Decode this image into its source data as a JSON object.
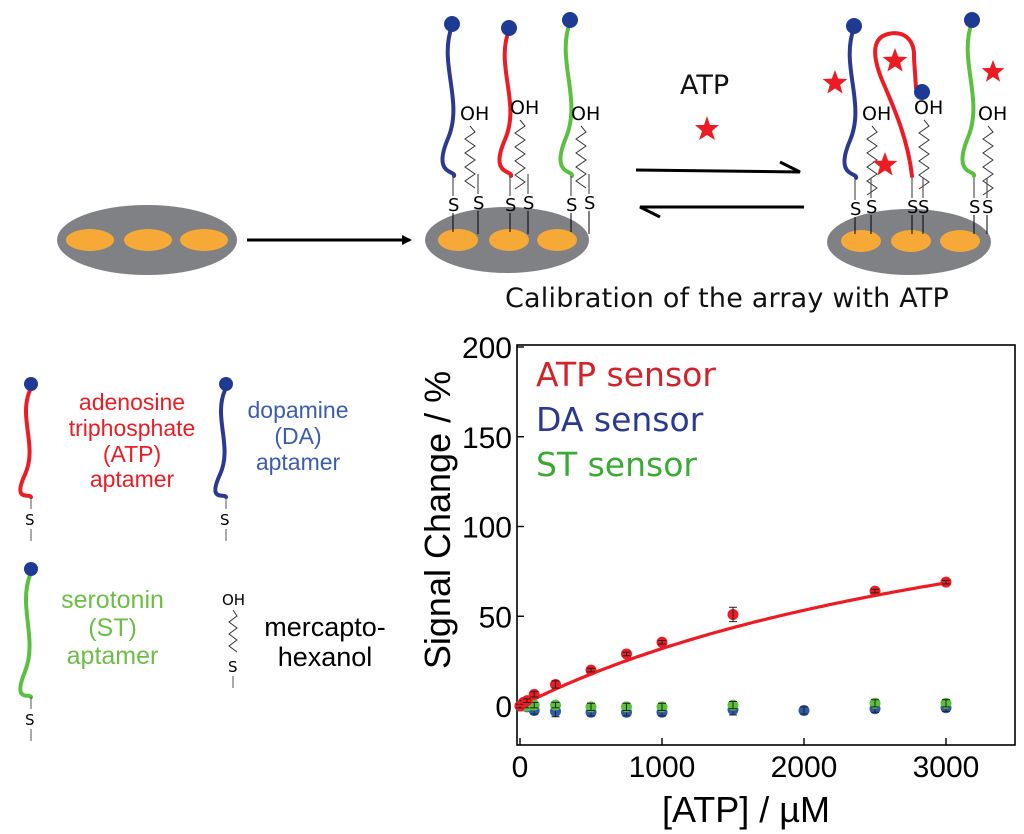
{
  "scheme": {
    "caption": "Calibration of the array with ATP",
    "analyte_label": "ATP",
    "oh_label": "OH",
    "s_label": "S",
    "colors": {
      "electrode": "#808184",
      "gold_spot": "#F7A937",
      "dna_blue": "#2B3990",
      "dna_red": "#ED1C24",
      "dna_green": "#5BBF3F",
      "redox_tag": "#1F3A93",
      "atp_star": "#ED1C24"
    }
  },
  "key": {
    "atp_aptamer": [
      "adenosine",
      "triphosphate",
      "(ATP)",
      "aptamer"
    ],
    "da_aptamer": [
      "dopamine",
      "(DA)",
      "aptamer"
    ],
    "st_aptamer": [
      "serotonin",
      "(ST)",
      "aptamer"
    ],
    "mch": [
      "mercapto-",
      "hexanol"
    ],
    "mch_oh": "OH",
    "s": "S"
  },
  "chart_data": {
    "type": "scatter",
    "title": "",
    "xlabel": "[ATP] / µM",
    "ylabel": "Signal Change / %",
    "xlim": [
      -30,
      3450
    ],
    "ylim": [
      -20,
      200
    ],
    "xticks": [
      0,
      1000,
      2000,
      3000
    ],
    "yticks": [
      0,
      50,
      100,
      150,
      200
    ],
    "grid": false,
    "legend_position": "top-left",
    "series": [
      {
        "name": "ATP sensor",
        "color": "#ED1C24",
        "legend_color": "#D2232A",
        "x": [
          0,
          25,
          50,
          100,
          250,
          500,
          750,
          1000,
          1500,
          2500,
          3000
        ],
        "y": [
          0,
          2,
          3,
          6.5,
          12,
          20,
          29,
          35.5,
          51,
          64,
          69
        ],
        "err": [
          1,
          1,
          1,
          1.5,
          2,
          1,
          1,
          1,
          4,
          1,
          1
        ],
        "fit": true
      },
      {
        "name": "DA sensor",
        "color": "#2E5AAC",
        "legend_color": "#2B3990",
        "x": [
          0,
          25,
          50,
          100,
          250,
          500,
          750,
          1000,
          1500,
          2000,
          2500,
          3000
        ],
        "y": [
          0,
          0,
          -0.5,
          -2.5,
          -3,
          -3.5,
          -3.5,
          -3.5,
          -2,
          -2.5,
          -1.5,
          -1
        ],
        "err": [
          1,
          1,
          1,
          2,
          3,
          2,
          2,
          2,
          3,
          2,
          2,
          2
        ]
      },
      {
        "name": "ST sensor",
        "color": "#5BBF3F",
        "legend_color": "#3AAA35",
        "x": [
          0,
          25,
          50,
          100,
          250,
          500,
          750,
          1000,
          1500,
          2500,
          3000
        ],
        "y": [
          0,
          0,
          0,
          0.5,
          0.5,
          -0.5,
          -0.5,
          -0.5,
          0.5,
          1.5,
          1.5
        ],
        "err": [
          1,
          1,
          1,
          1.5,
          1.5,
          2,
          2,
          2,
          2,
          2,
          2
        ]
      }
    ]
  }
}
